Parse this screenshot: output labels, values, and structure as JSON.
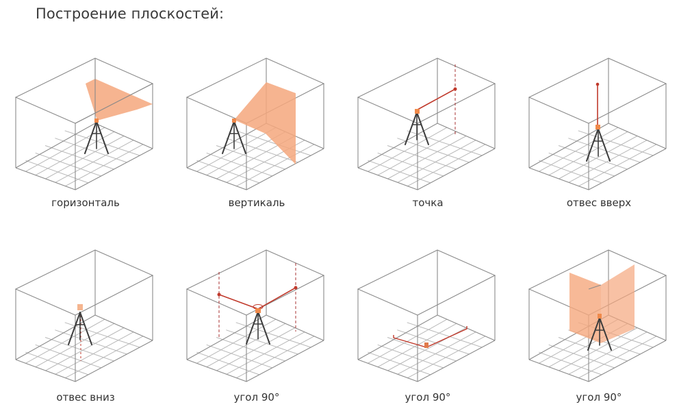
{
  "title": "Построение плоскостей:",
  "colors": {
    "box_line": "#8a8a8a",
    "grid_line": "#b5b5b5",
    "plane_fill": "#f5a77d",
    "laser_line": "#c0392b",
    "laser_head": "#f08a4b",
    "tripod": "#3a3a3a"
  },
  "panels": [
    {
      "id": "horizontal",
      "caption": "горизонталь",
      "icon": "horizontal-plane"
    },
    {
      "id": "vertical",
      "caption": "вертикаль",
      "icon": "vertical-plane"
    },
    {
      "id": "point",
      "caption": "точка",
      "icon": "laser-point"
    },
    {
      "id": "plumb-up",
      "caption": "отвес вверх",
      "icon": "plumb-up"
    },
    {
      "id": "plumb-down",
      "caption": "отвес вниз",
      "icon": "plumb-down"
    },
    {
      "id": "angle-90-wall",
      "caption": "угол 90°",
      "icon": "right-angle-wall"
    },
    {
      "id": "angle-90-floor",
      "caption": "угол 90°",
      "icon": "right-angle-floor"
    },
    {
      "id": "angle-90-planes",
      "caption": "угол 90°",
      "icon": "right-angle-planes"
    }
  ]
}
